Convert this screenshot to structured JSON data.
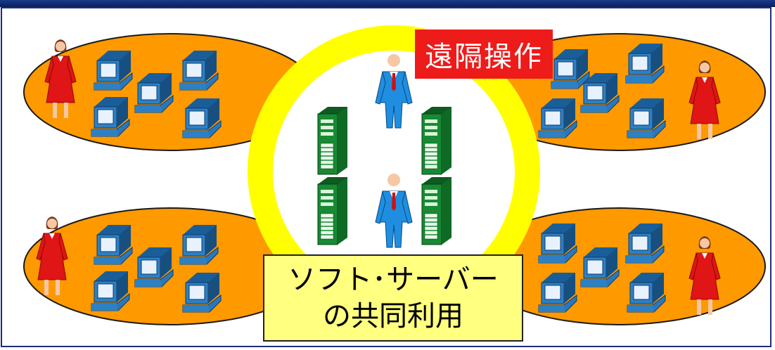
{
  "labels": {
    "remote_operation": "遠隔操作",
    "shared_use_line1": "ソフト･サーバー",
    "shared_use_line2": "の共同利用"
  },
  "colors": {
    "site_oval": "#ff9900",
    "ring": "#ffff00",
    "remote_box": "#ee1b1b",
    "shared_box": "#ffff80",
    "frame": "#1c2f7a",
    "pc": "#1f6fb0",
    "server": "#0a7a2a",
    "woman": "#e01515",
    "man": "#1f8ee0"
  },
  "icons": {
    "site": "office-site",
    "pc": "desktop-pc-icon",
    "server": "server-tower-icon",
    "woman": "woman-figure-icon",
    "man": "man-figure-icon"
  }
}
